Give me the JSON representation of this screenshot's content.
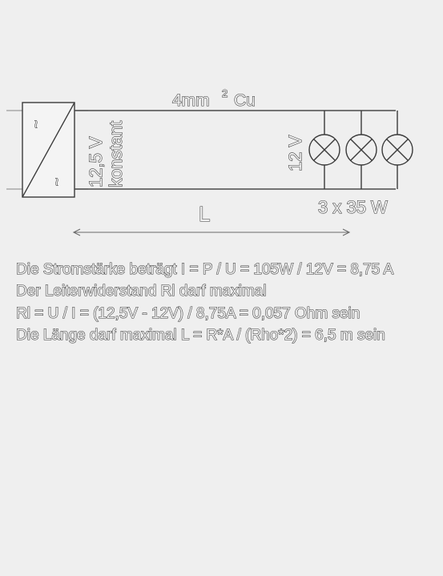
{
  "diagram": {
    "cable_label": "4mm",
    "cable_superscript": "2",
    "cable_material": "Cu",
    "supply_voltage": "12,5 V",
    "supply_mode": "konstant",
    "lamp_voltage": "12 V",
    "lamp_load": "3 x 35 W",
    "length_label": "L",
    "converter_symbol": "~"
  },
  "notes": {
    "lines": [
      "Die Stromstärke beträgt I = P / U = 105W / 12V = 8,75 A",
      "Der Leiterwiderstand Rl darf maximal",
      "Rl = U / I = (12,5V - 12V)  / 8,75A = 0,057 Ohm sein",
      "Die Länge darf maximal L = R*A / (Rho*2) = 6,5 m sein"
    ]
  }
}
